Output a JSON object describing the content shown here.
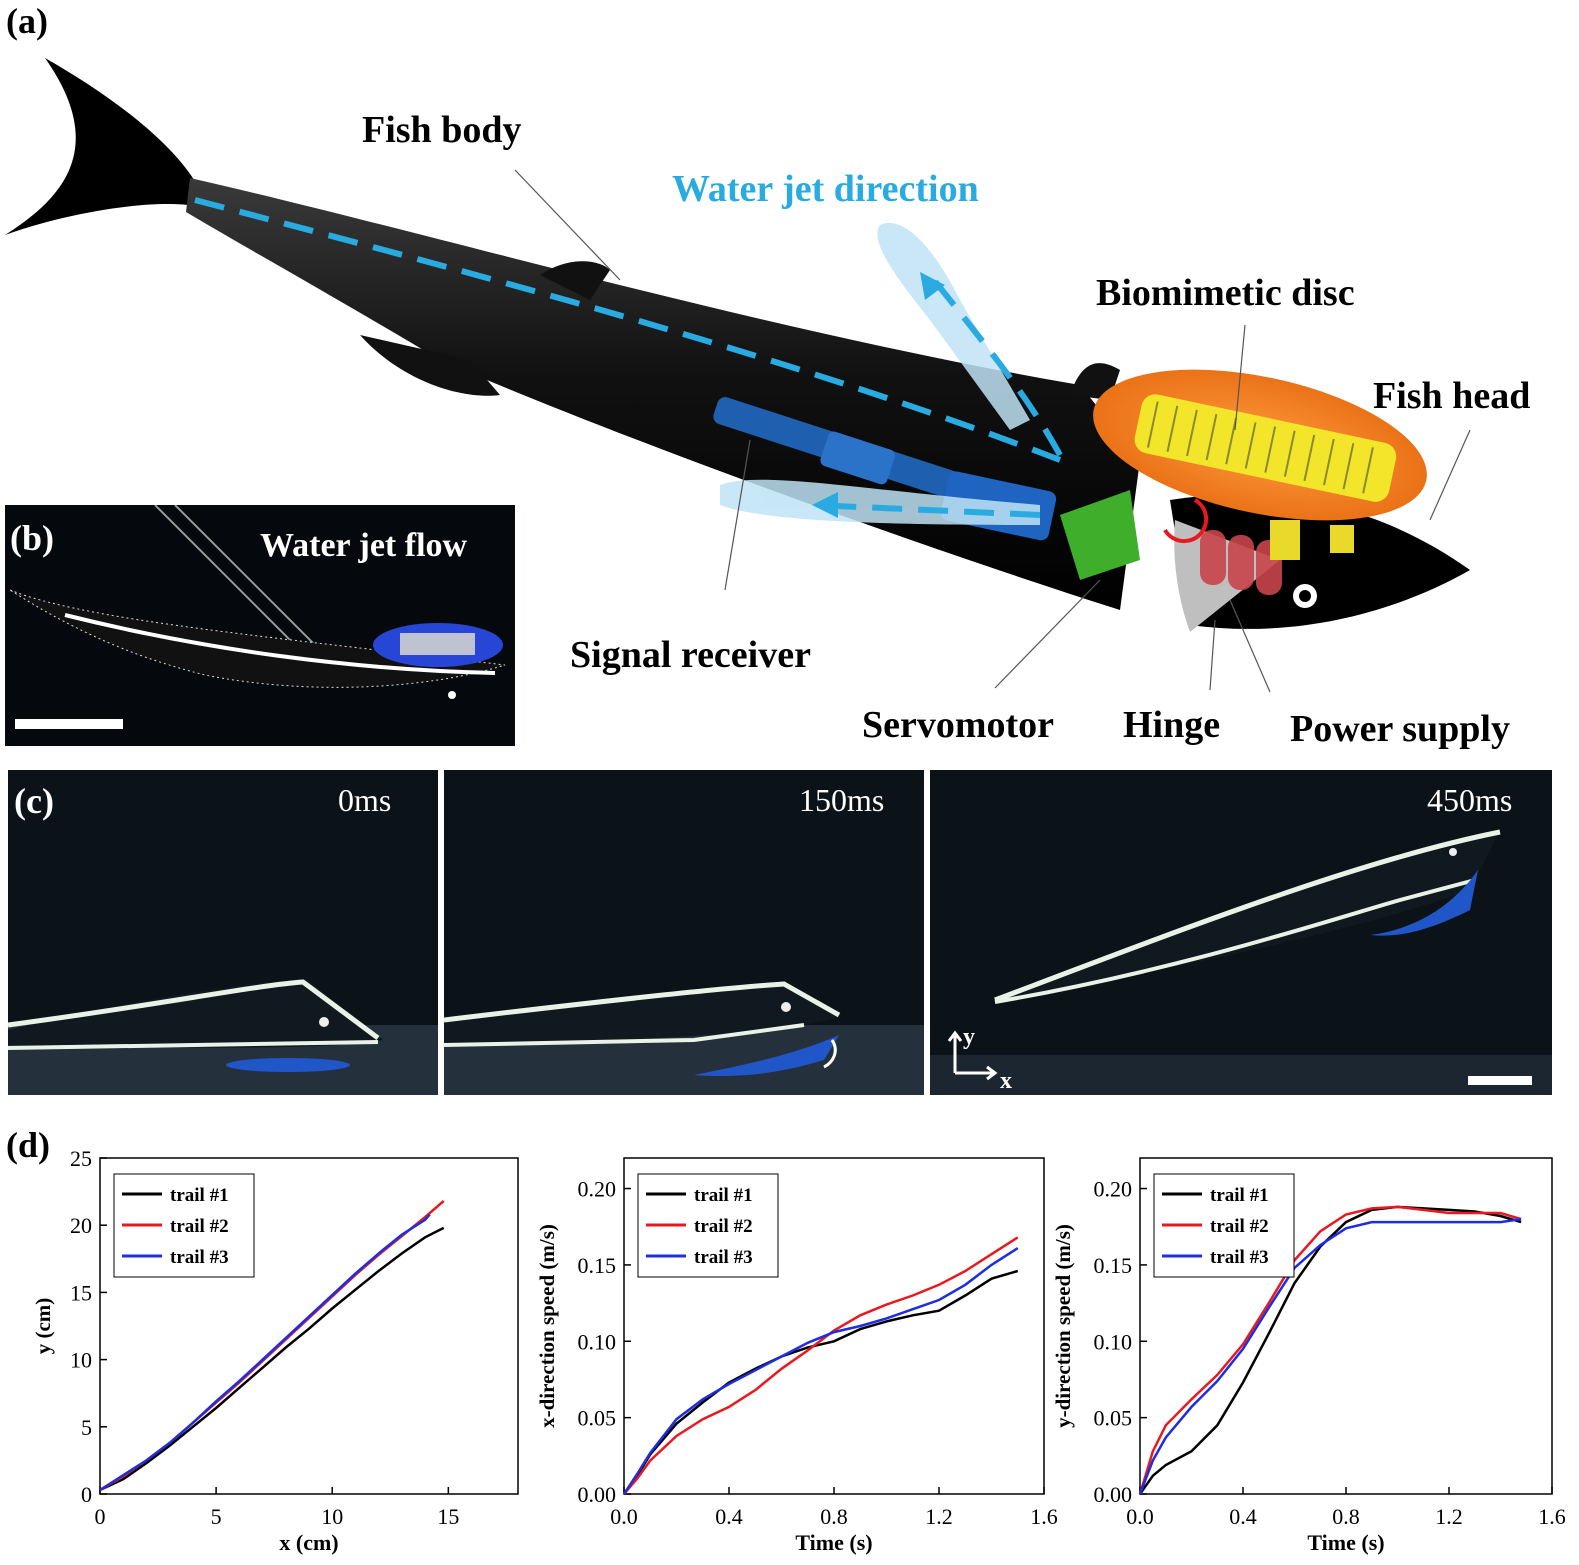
{
  "panels": {
    "a": {
      "label": "(a)",
      "callouts": {
        "fish_body": "Fish body",
        "water_jet_direction": "Water jet direction",
        "biomimetic_disc": "Biomimetic disc",
        "fish_head": "Fish head",
        "signal_receiver": "Signal receiver",
        "servomotor": "Servomotor",
        "hinge": "Hinge",
        "power_supply": "Power supply"
      },
      "colors": {
        "jet": "#29abe2",
        "disc_rim": "#f47a1f",
        "disc_pad": "#f2e52a",
        "servo": "#3fae2a",
        "battery": "#c8454b"
      }
    },
    "b": {
      "label": "(b)",
      "caption": "Water jet flow"
    },
    "c": {
      "label": "(c)",
      "frames": [
        {
          "time": "0ms"
        },
        {
          "time": "150ms"
        },
        {
          "time": "450ms"
        }
      ],
      "axis_y": "y",
      "axis_x": "x"
    },
    "d": {
      "label": "(d)"
    }
  },
  "chart_data": [
    {
      "type": "line",
      "xlabel": "x (cm)",
      "ylabel": "y (cm)",
      "xlim": [
        0,
        18
      ],
      "ylim": [
        0,
        25
      ],
      "xticks": [
        0,
        5,
        10,
        15
      ],
      "yticks": [
        0,
        5,
        10,
        15,
        20,
        25
      ],
      "tick_decimals": 0,
      "legend_position": "top-left",
      "series": [
        {
          "name": "trail #1",
          "color": "#000000",
          "x": [
            0,
            1,
            2,
            3,
            4,
            5,
            6,
            7,
            8,
            9,
            10,
            11,
            12,
            13,
            14,
            14.8
          ],
          "y": [
            0.3,
            1.1,
            2.3,
            3.6,
            5.0,
            6.4,
            7.9,
            9.4,
            10.9,
            12.3,
            13.8,
            15.2,
            16.6,
            17.9,
            19.1,
            19.8
          ]
        },
        {
          "name": "trail #2",
          "color": "#e8191f",
          "x": [
            0,
            1,
            2,
            3,
            4,
            5,
            6,
            7,
            8,
            9,
            10,
            11,
            12,
            13,
            14,
            14.8
          ],
          "y": [
            0.3,
            1.3,
            2.5,
            3.8,
            5.3,
            6.8,
            8.3,
            9.9,
            11.5,
            13.1,
            14.7,
            16.3,
            17.8,
            19.2,
            20.6,
            21.8
          ]
        },
        {
          "name": "trail #3",
          "color": "#1e2de0",
          "x": [
            0,
            1,
            2,
            3,
            4,
            5,
            6,
            7,
            8,
            9,
            10,
            11,
            12,
            13,
            14,
            14.2
          ],
          "y": [
            0.3,
            1.4,
            2.5,
            3.8,
            5.3,
            6.9,
            8.4,
            10.0,
            11.6,
            13.2,
            14.8,
            16.4,
            17.9,
            19.3,
            20.4,
            20.8
          ]
        }
      ]
    },
    {
      "type": "line",
      "xlabel": "Time (s)",
      "ylabel": "x-direction speed (m/s)",
      "xlim": [
        0,
        1.6
      ],
      "ylim": [
        0,
        0.22
      ],
      "xticks": [
        0.0,
        0.4,
        0.8,
        1.2,
        1.6
      ],
      "yticks": [
        0.0,
        0.05,
        0.1,
        0.15,
        0.2
      ],
      "xtick_decimals": 1,
      "tick_decimals": 2,
      "legend_position": "top-left",
      "series": [
        {
          "name": "trail #1",
          "color": "#000000",
          "x": [
            0,
            0.05,
            0.1,
            0.2,
            0.3,
            0.4,
            0.5,
            0.6,
            0.7,
            0.8,
            0.9,
            1.0,
            1.1,
            1.2,
            1.3,
            1.4,
            1.5
          ],
          "y": [
            0,
            0.012,
            0.026,
            0.046,
            0.06,
            0.073,
            0.082,
            0.09,
            0.096,
            0.1,
            0.108,
            0.113,
            0.117,
            0.12,
            0.13,
            0.141,
            0.146
          ]
        },
        {
          "name": "trail #2",
          "color": "#e8191f",
          "x": [
            0,
            0.05,
            0.1,
            0.2,
            0.3,
            0.4,
            0.5,
            0.6,
            0.7,
            0.8,
            0.9,
            1.0,
            1.1,
            1.2,
            1.3,
            1.4,
            1.5
          ],
          "y": [
            0,
            0.01,
            0.022,
            0.038,
            0.049,
            0.057,
            0.068,
            0.082,
            0.094,
            0.107,
            0.117,
            0.124,
            0.13,
            0.137,
            0.146,
            0.157,
            0.168
          ]
        },
        {
          "name": "trail #3",
          "color": "#1e2de0",
          "x": [
            0,
            0.05,
            0.1,
            0.2,
            0.3,
            0.4,
            0.5,
            0.6,
            0.7,
            0.8,
            0.9,
            1.0,
            1.1,
            1.2,
            1.3,
            1.4,
            1.5
          ],
          "y": [
            0,
            0.013,
            0.027,
            0.049,
            0.062,
            0.072,
            0.081,
            0.09,
            0.099,
            0.106,
            0.11,
            0.115,
            0.121,
            0.127,
            0.137,
            0.15,
            0.161
          ]
        }
      ]
    },
    {
      "type": "line",
      "xlabel": "Time (s)",
      "ylabel": "y-direction speed (m/s)",
      "xlim": [
        0,
        1.6
      ],
      "ylim": [
        0,
        0.22
      ],
      "xticks": [
        0.0,
        0.4,
        0.8,
        1.2,
        1.6
      ],
      "yticks": [
        0.0,
        0.05,
        0.1,
        0.15,
        0.2
      ],
      "xtick_decimals": 1,
      "tick_decimals": 2,
      "legend_position": "top-left",
      "series": [
        {
          "name": "trail #1",
          "color": "#000000",
          "x": [
            0,
            0.05,
            0.1,
            0.2,
            0.3,
            0.4,
            0.5,
            0.6,
            0.7,
            0.8,
            0.9,
            1.0,
            1.1,
            1.2,
            1.3,
            1.4,
            1.48
          ],
          "y": [
            0,
            0.012,
            0.019,
            0.028,
            0.045,
            0.073,
            0.105,
            0.138,
            0.162,
            0.178,
            0.186,
            0.188,
            0.187,
            0.186,
            0.185,
            0.182,
            0.178
          ]
        },
        {
          "name": "trail #2",
          "color": "#e8191f",
          "x": [
            0,
            0.05,
            0.1,
            0.2,
            0.3,
            0.4,
            0.5,
            0.6,
            0.7,
            0.8,
            0.9,
            1.0,
            1.1,
            1.2,
            1.3,
            1.4,
            1.48
          ],
          "y": [
            0,
            0.028,
            0.045,
            0.062,
            0.078,
            0.098,
            0.125,
            0.153,
            0.172,
            0.183,
            0.187,
            0.188,
            0.186,
            0.184,
            0.184,
            0.184,
            0.18
          ]
        },
        {
          "name": "trail #3",
          "color": "#1e2de0",
          "x": [
            0,
            0.05,
            0.1,
            0.2,
            0.3,
            0.4,
            0.5,
            0.6,
            0.7,
            0.8,
            0.9,
            1.0,
            1.1,
            1.2,
            1.3,
            1.4,
            1.48
          ],
          "y": [
            0,
            0.022,
            0.037,
            0.057,
            0.074,
            0.095,
            0.122,
            0.148,
            0.163,
            0.174,
            0.178,
            0.178,
            0.178,
            0.178,
            0.178,
            0.178,
            0.18
          ]
        }
      ]
    }
  ]
}
